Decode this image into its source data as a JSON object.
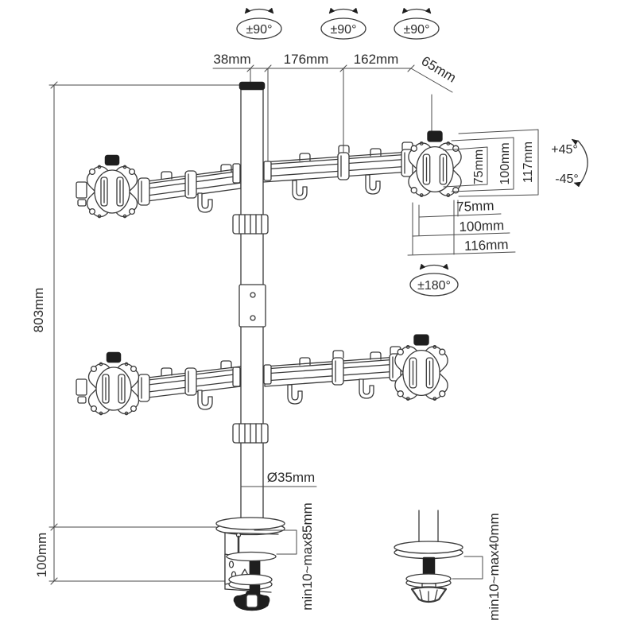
{
  "diagram": {
    "subject": "quad monitor desk mount pole stand - dimensional drawing",
    "bg_color": "#ffffff",
    "line_color": "#3a3a3a",
    "text_color": "#2b2b2b",
    "rotation": {
      "pole_swivel": "±90°",
      "mid_joint_swivel": "±90°",
      "end_joint_swivel": "±90°",
      "tilt_up": "+45°",
      "tilt_down": "-45°",
      "vesa_rotation": "±180°"
    },
    "dims": {
      "pole_top_offset": "38mm",
      "arm_inner_segment": "176mm",
      "arm_outer_segment": "162mm",
      "vesa_joint_offset": "65mm",
      "pole_height": "803mm",
      "clamp_body_height": "100mm",
      "vesa_vertical_75": "75mm",
      "vesa_vertical_100": "100mm",
      "plate_height": "117mm",
      "vesa_horizontal_75": "75mm",
      "vesa_horizontal_100": "100mm",
      "plate_width": "116mm",
      "pole_diameter": "Ø35mm",
      "clamp_range": "min10~max85mm",
      "grommet_range": "min10~max40mm"
    }
  }
}
